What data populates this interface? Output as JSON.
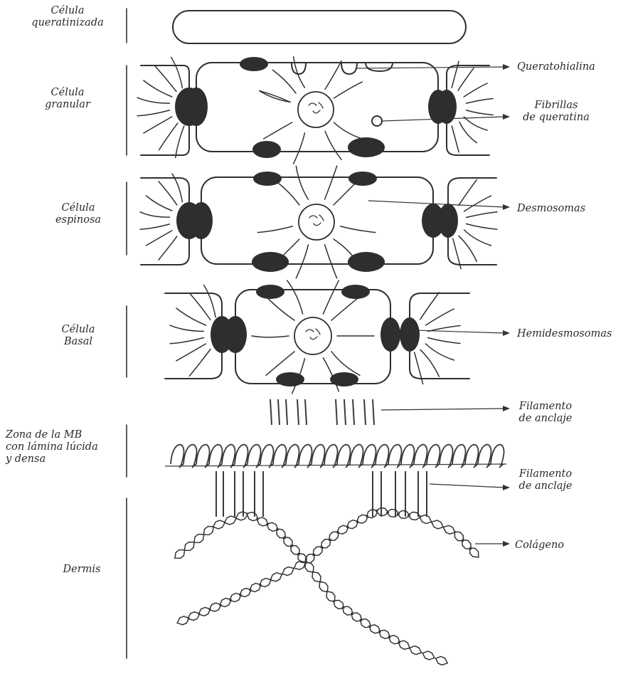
{
  "diagram": {
    "layers": [
      {
        "id": "queratinizada",
        "label": [
          "Célula",
          "queratinizada"
        ]
      },
      {
        "id": "granular",
        "label": [
          "Célula",
          "granular"
        ]
      },
      {
        "id": "espinosa",
        "label": [
          "Célula",
          "espinosa"
        ]
      },
      {
        "id": "basal",
        "label": [
          "Célula",
          "Basal"
        ]
      },
      {
        "id": "membrana-basal",
        "label": [
          "Zona de la MB",
          "con lámina lúcida",
          "y densa"
        ]
      },
      {
        "id": "dermis",
        "label": [
          "Dermis"
        ]
      }
    ],
    "callouts": [
      {
        "id": "queratohialina",
        "label": [
          "Queratohialina"
        ]
      },
      {
        "id": "fibrillas",
        "label": [
          "Fibrillas",
          "de queratina"
        ]
      },
      {
        "id": "desmosomas",
        "label": [
          "Desmosomas"
        ]
      },
      {
        "id": "hemidesmosomas",
        "label": [
          "Hemidesmosomas"
        ]
      },
      {
        "id": "filamento-1",
        "label": [
          "Filamento",
          "de anclaje"
        ]
      },
      {
        "id": "filamento-2",
        "label": [
          "Filamento",
          "de anclaje"
        ]
      },
      {
        "id": "colageno",
        "label": [
          "Colágeno"
        ]
      }
    ]
  }
}
